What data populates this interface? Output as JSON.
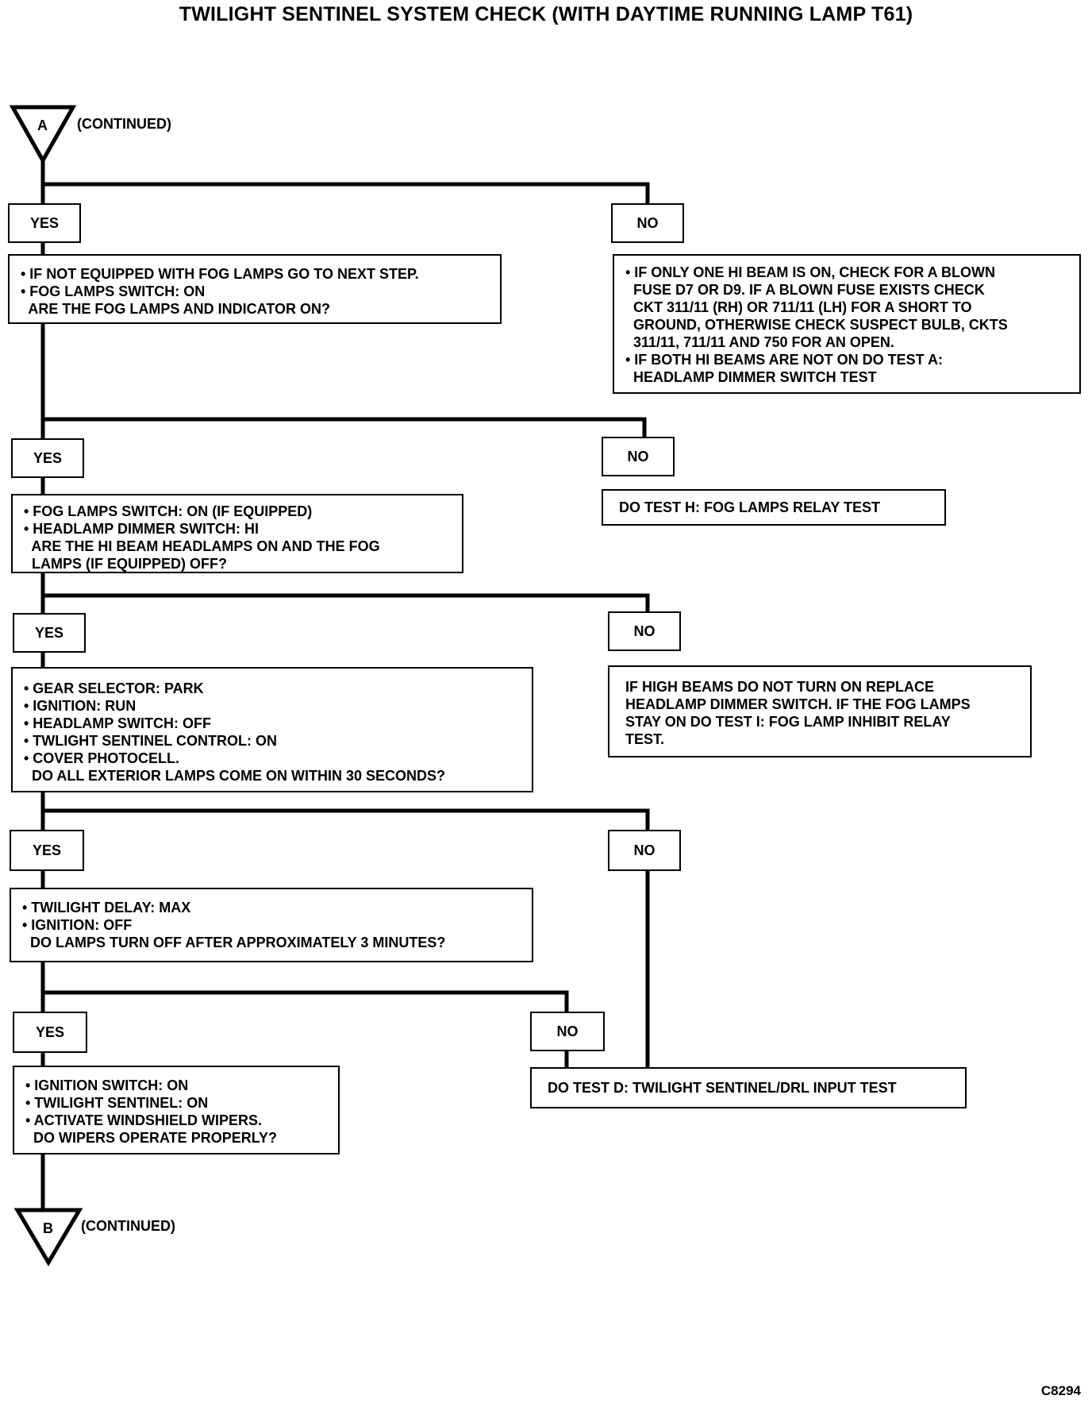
{
  "title": "TWILIGHT SENTINEL SYSTEM CHECK (WITH DAYTIME RUNNING LAMP T61)",
  "connector_start": {
    "letter": "A",
    "label": "(CONTINUED)"
  },
  "connector_end": {
    "letter": "B",
    "label": "(CONTINUED)"
  },
  "labels": {
    "yes": "YES",
    "no": "NO"
  },
  "steps": {
    "fog_check": [
      "• IF NOT EQUIPPED WITH FOG LAMPS GO TO NEXT STEP.",
      "• FOG LAMPS SWITCH: ON",
      "  ARE THE FOG LAMPS AND INDICATOR ON?"
    ],
    "hibeam_no": [
      "• IF ONLY ONE HI BEAM IS ON, CHECK FOR A BLOWN",
      "  FUSE D7 OR D9. IF A BLOWN FUSE EXISTS CHECK",
      "  CKT 311/11 (RH) OR 711/11 (LH) FOR A SHORT TO",
      "  GROUND, OTHERWISE CHECK SUSPECT BULB, CKTS",
      "  311/11, 711/11 AND 750 FOR AN OPEN.",
      "• IF BOTH HI BEAMS ARE NOT ON DO TEST A:",
      "  HEADLAMP DIMMER SWITCH TEST"
    ],
    "dimmer_check": [
      "• FOG LAMPS SWITCH: ON (IF EQUIPPED)",
      "• HEADLAMP DIMMER SWITCH: HI",
      "  ARE THE HI BEAM HEADLAMPS ON AND THE FOG",
      "  LAMPS (IF EQUIPPED) OFF?"
    ],
    "fog_no": [
      "DO TEST H: FOG LAMPS RELAY TEST"
    ],
    "exterior_check": [
      "• GEAR SELECTOR: PARK",
      "• IGNITION: RUN",
      "• HEADLAMP SWITCH: OFF",
      "• TWLIGHT SENTINEL CONTROL: ON",
      "• COVER PHOTOCELL.",
      "  DO ALL EXTERIOR LAMPS COME ON WITHIN 30 SECONDS?"
    ],
    "dimmer_no": [
      "IF HIGH BEAMS DO NOT TURN ON REPLACE",
      "HEADLAMP DIMMER SWITCH. IF THE FOG LAMPS",
      "STAY ON DO TEST I: FOG LAMP INHIBIT RELAY",
      "TEST."
    ],
    "delay_check": [
      "• TWILIGHT DELAY: MAX",
      "• IGNITION: OFF",
      "  DO LAMPS TURN OFF AFTER APPROXIMATELY 3 MINUTES?"
    ],
    "wiper_check": [
      "• IGNITION SWITCH: ON",
      "• TWILIGHT SENTINEL: ON",
      "• ACTIVATE WINDSHIELD WIPERS.",
      "  DO WIPERS OPERATE PROPERLY?"
    ],
    "input_test": [
      "DO TEST D: TWILIGHT SENTINEL/DRL INPUT TEST"
    ]
  },
  "figure_code": "C8294"
}
